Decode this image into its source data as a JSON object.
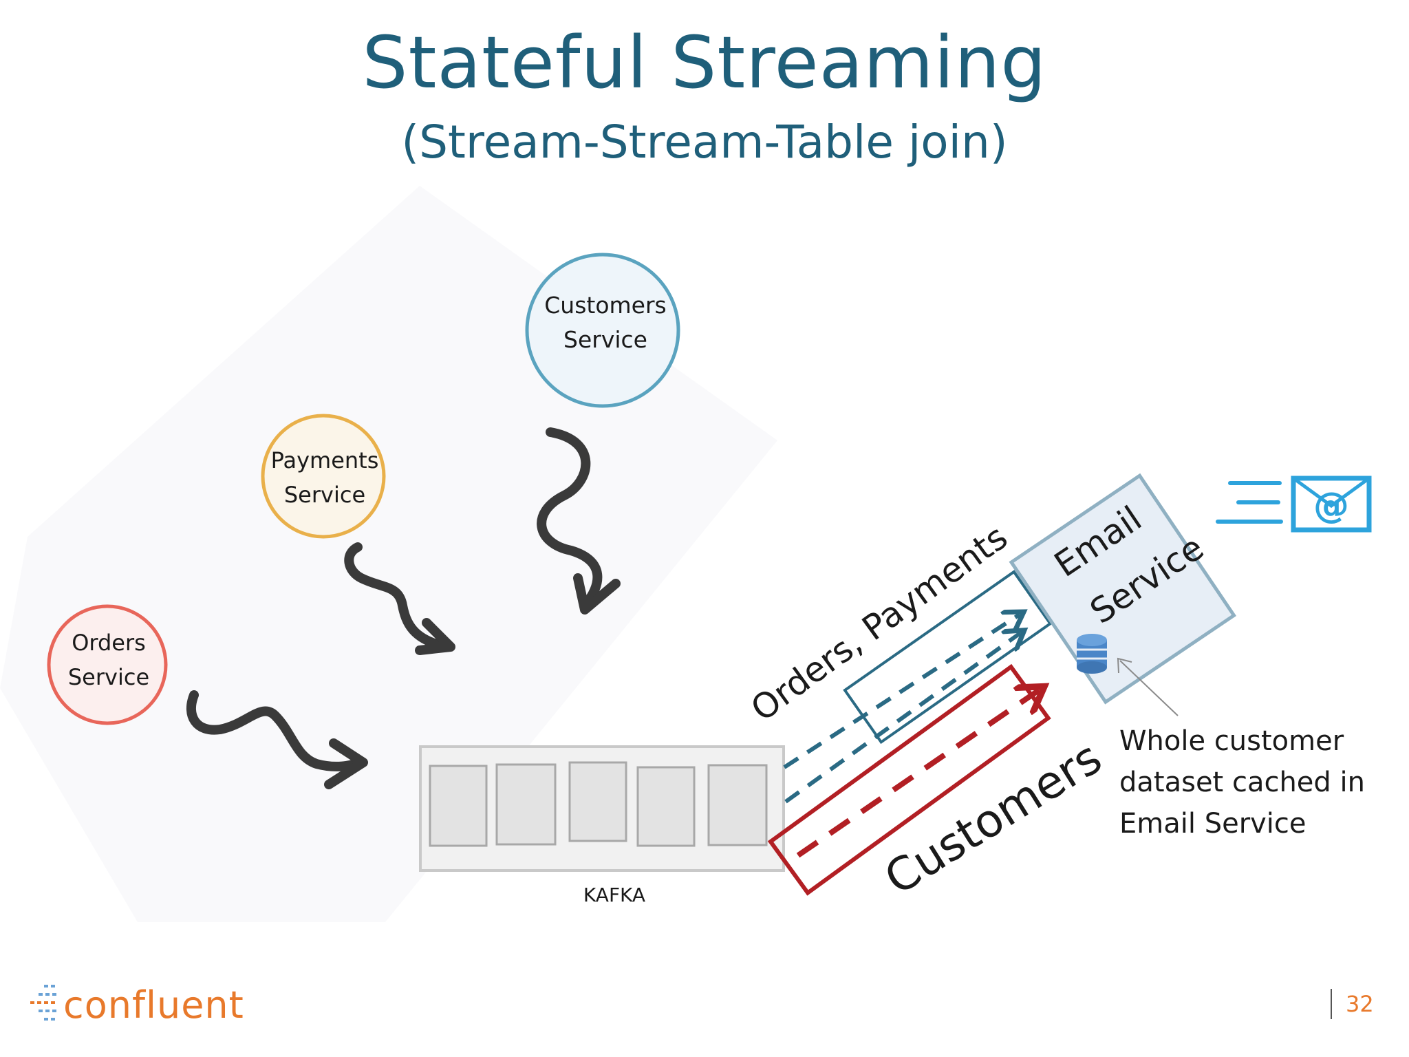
{
  "slide": {
    "title": "Stateful Streaming",
    "subtitle": "(Stream-Stream-Table join)"
  },
  "services": {
    "customers": [
      "Customers",
      "Service"
    ],
    "payments": [
      "Payments",
      "Service"
    ],
    "orders": [
      "Orders",
      "Service"
    ],
    "email": [
      "Email",
      "Service"
    ]
  },
  "kafka_label": "KAFKA",
  "streams": {
    "orders_payments": "Orders, Payments",
    "customers": "Customers"
  },
  "annotation": {
    "lines": [
      "Whole customer",
      "dataset cached in",
      "Email Service"
    ]
  },
  "email_icon": {
    "symbol": "@",
    "icon": "email-at-icon"
  },
  "footer": {
    "brand": "confluent",
    "page_number": "32"
  },
  "colors": {
    "title": "#1f5f7a",
    "customers_circle": "#5aa3bf",
    "payments_circle": "#e9b04a",
    "orders_circle": "#e8665a",
    "stream_blue": "#2a6a84",
    "stream_red": "#b21f24",
    "email_blue": "#2da3dc",
    "brand_orange": "#e8792b"
  }
}
